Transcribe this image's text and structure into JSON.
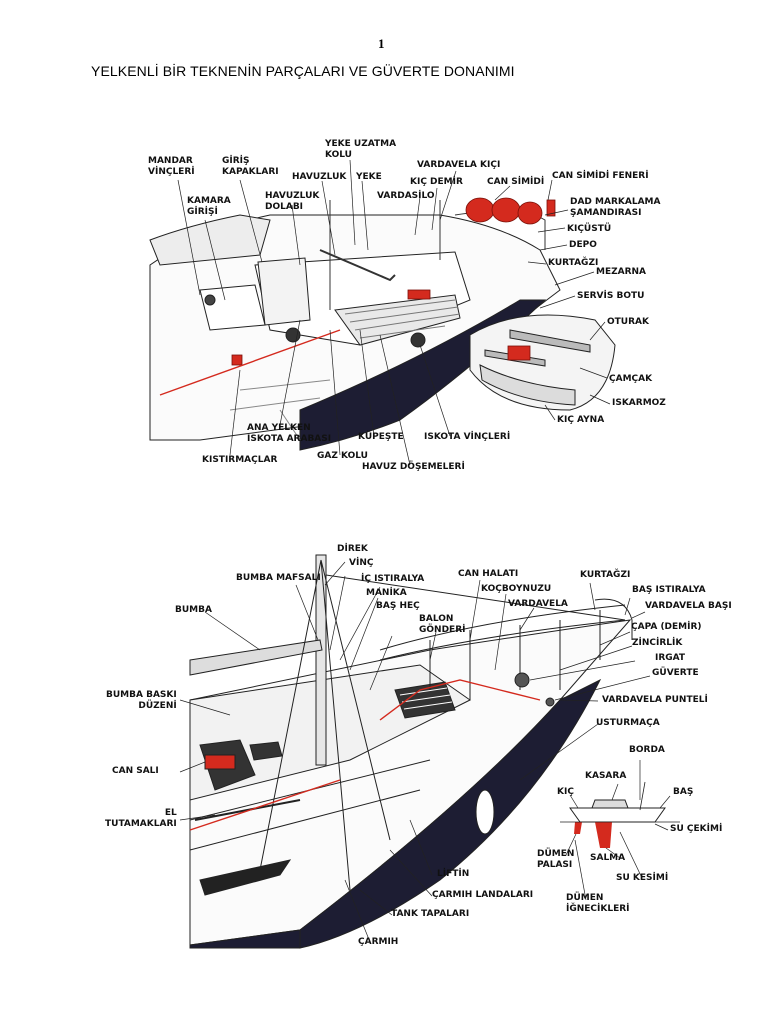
{
  "page": {
    "number": "1",
    "title": "YELKENLİ BİR TEKNENİN PARÇALARI VE GÜVERTE DONANIMI"
  },
  "top_diagram": {
    "labels": {
      "mandar": "MANDAR\nVİNÇLERİ",
      "giris_kapak": "GİRİŞ\nKAPAKLARI",
      "kamara": "KAMARA\nGİRİŞİ",
      "yeke_uzatma": "YEKE UZATMA\nKOLU",
      "havuzluk": "HAVUZLUK",
      "yeke": "YEKE",
      "havuzluk_dolabi": "HAVUZLUK\nDOLABI",
      "vardavela_kici": "VARDAVELA KIÇI",
      "kic_demir": "KIÇ DEMİR",
      "can_simidi": "CAN SİMİDİ",
      "can_simidi_feneri": "CAN SİMİDİ FENERİ",
      "vardasilo": "VARDASİLO",
      "dad": "DAD MARKALAMA\nŞAMANDIRASI",
      "kicustu": "KIÇÜSTÜ",
      "depo": "DEPO",
      "kurtagzi": "KURTAĞZI",
      "mezarna": "MEZARNA",
      "servis_botu": "SERVİS BOTU",
      "oturak": "OTURAK",
      "camcak": "ÇAMÇAK",
      "iskarmoz": "ISKARMOZ",
      "kic_ayna": "KIÇ AYNA",
      "ana_yelken": "ANA YELKEN\nISKOTA ARABASI",
      "kupeste": "KÜPEŞTE",
      "iskota_vincleri": "ISKOTA VİNÇLERİ",
      "kistirmaclar": "KISTIRMAÇLAR",
      "gaz_kolu": "GAZ KOLU",
      "havuz_dosemeleri": "HAVUZ DÖŞEMELERİ"
    }
  },
  "bottom_diagram": {
    "labels": {
      "direk": "DİREK",
      "vinc": "VİNÇ",
      "bumba_mafsali": "BUMBA MAFSALI",
      "ic_istiralya": "İÇ ISTIRALYA",
      "can_halati": "CAN HALATI",
      "kurtagzi": "KURTAĞZI",
      "manika": "MANİKA",
      "kocboynuzu": "KOÇBOYNUZU",
      "bas_istiralya": "BAŞ ISTIRALYA",
      "bumba": "BUMBA",
      "bas_hec": "BAŞ HEÇ",
      "vardavela": "VARDAVELA",
      "vardavela_basi": "VARDAVELA BAŞI",
      "balon": "BALON\nGÖNDERİ",
      "capa": "ÇAPA (DEMİR)",
      "zincirlik": "ZİNCİRLİK",
      "irgat": "IRGAT",
      "guverte": "GÜVERTE",
      "bumba_baski": "BUMBA BASKI\nDÜZENİ",
      "vardavela_punteli": "VARDAVELA PUNTELİ",
      "usturmaca": "USTURMAÇA",
      "borda": "BORDA",
      "can_sali": "CAN SALI",
      "kasara": "KASARA",
      "kic": "KIÇ",
      "bas": "BAŞ",
      "el_tutamaklari": "EL\nTUTAMAKLARI",
      "su_cekimi": "SU ÇEKİMİ",
      "dumen_palasi": "DÜMEN\nPALASI",
      "salma": "SALMA",
      "su_kesimi": "SU KESİMİ",
      "liftin": "LİFTİN",
      "carmih_landalari": "ÇARMIH LANDALARI",
      "dumen_ignecikleri": "DÜMEN\nİĞNECİKLERİ",
      "tank_tapalari": "TANK TAPALARI",
      "carmih": "ÇARMIH"
    }
  },
  "colors": {
    "ink": "#111111",
    "accent_red": "#d42a1e",
    "hull_dark": "#1d1d33"
  }
}
